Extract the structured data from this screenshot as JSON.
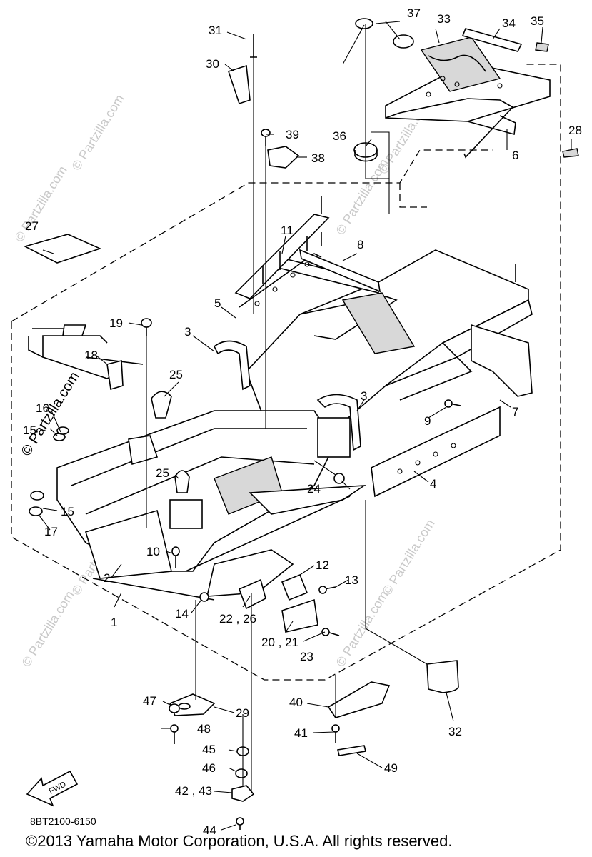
{
  "part_labels": [
    {
      "id": "1",
      "text": "1"
    },
    {
      "id": "2",
      "text": "2"
    },
    {
      "id": "3a",
      "text": "3"
    },
    {
      "id": "3b",
      "text": "3"
    },
    {
      "id": "4",
      "text": "4"
    },
    {
      "id": "5",
      "text": "5"
    },
    {
      "id": "6",
      "text": "6"
    },
    {
      "id": "7",
      "text": "7"
    },
    {
      "id": "8",
      "text": "8"
    },
    {
      "id": "9",
      "text": "9"
    },
    {
      "id": "10",
      "text": "10"
    },
    {
      "id": "11",
      "text": "11"
    },
    {
      "id": "12",
      "text": "12"
    },
    {
      "id": "13",
      "text": "13"
    },
    {
      "id": "14",
      "text": "14"
    },
    {
      "id": "15a",
      "text": "15"
    },
    {
      "id": "15b",
      "text": "15"
    },
    {
      "id": "16",
      "text": "16"
    },
    {
      "id": "17",
      "text": "17"
    },
    {
      "id": "18",
      "text": "18"
    },
    {
      "id": "19",
      "text": "19"
    },
    {
      "id": "20_21",
      "text": "20 , 21"
    },
    {
      "id": "22_26",
      "text": "22 , 26"
    },
    {
      "id": "23",
      "text": "23"
    },
    {
      "id": "24",
      "text": "24"
    },
    {
      "id": "25a",
      "text": "25"
    },
    {
      "id": "25b",
      "text": "25"
    },
    {
      "id": "27",
      "text": "27"
    },
    {
      "id": "28",
      "text": "28"
    },
    {
      "id": "29",
      "text": "29"
    },
    {
      "id": "30",
      "text": "30"
    },
    {
      "id": "31",
      "text": "31"
    },
    {
      "id": "32",
      "text": "32"
    },
    {
      "id": "33",
      "text": "33"
    },
    {
      "id": "34",
      "text": "34"
    },
    {
      "id": "35",
      "text": "35"
    },
    {
      "id": "36",
      "text": "36"
    },
    {
      "id": "37",
      "text": "37"
    },
    {
      "id": "38",
      "text": "38"
    },
    {
      "id": "39",
      "text": "39"
    },
    {
      "id": "40",
      "text": "40"
    },
    {
      "id": "41",
      "text": "41"
    },
    {
      "id": "42_43",
      "text": "42 , 43"
    },
    {
      "id": "44",
      "text": "44"
    },
    {
      "id": "45",
      "text": "45"
    },
    {
      "id": "46",
      "text": "46"
    },
    {
      "id": "47",
      "text": "47"
    },
    {
      "id": "48",
      "text": "48"
    },
    {
      "id": "49",
      "text": "49"
    }
  ],
  "fwd_label": "FWD",
  "diagram_code": "8BT2100-6150",
  "copyright": "©2013  Yamaha Motor Corporation, U.S.A. All rights reserved.",
  "watermark": "© Partzilla.com"
}
